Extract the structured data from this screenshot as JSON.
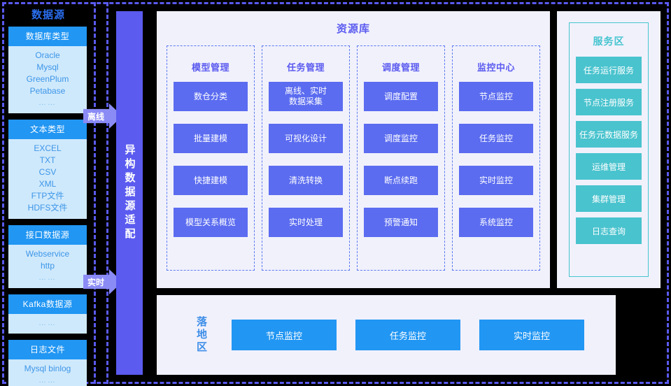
{
  "data_source": {
    "title": "数据源",
    "cards": [
      {
        "head": "数据库类型",
        "items": [
          "Oracle",
          "Mysql",
          "GreenPlum",
          "Petabase"
        ],
        "dots": "……"
      },
      {
        "head": "文本类型",
        "items": [
          "EXCEL",
          "TXT",
          "CSV",
          "XML",
          "FTP文件",
          "HDFS文件"
        ],
        "dots": ""
      },
      {
        "head": "接口数据源",
        "items": [
          "Webservice",
          "http"
        ],
        "dots": "……"
      },
      {
        "head": "Kafka数据源",
        "items": [],
        "dots": "……"
      },
      {
        "head": "日志文件",
        "items": [
          "Mysql binlog"
        ],
        "dots": "……"
      }
    ]
  },
  "arrows": {
    "offline": "离线",
    "realtime": "实时"
  },
  "adapter": {
    "label": "异构数据源适配"
  },
  "resource_pool": {
    "title": "资源库",
    "columns": [
      {
        "title": "模型管理",
        "tiles": [
          "数仓分类",
          "批量建模",
          "快捷建模",
          "模型关系概览"
        ]
      },
      {
        "title": "任务管理",
        "tiles": [
          "离线、实时\n数据采集",
          "可视化设计",
          "清洗转换",
          "实时处理"
        ]
      },
      {
        "title": "调度管理",
        "tiles": [
          "调度配置",
          "调度监控",
          "断点续跑",
          "预警通知"
        ]
      },
      {
        "title": "监控中心",
        "tiles": [
          "节点监控",
          "任务监控",
          "实时监控",
          "系统监控"
        ]
      }
    ]
  },
  "service_zone": {
    "title": "服务区",
    "tiles": [
      "任务运行服务",
      "节点注册服务",
      "任务元数据服务",
      "运维管理",
      "集群管理",
      "日志查询"
    ]
  },
  "landing_zone": {
    "title": "落地区",
    "tiles": [
      "节点监控",
      "任务监控",
      "实时监控"
    ]
  },
  "colors": {
    "frame_dashed": "#5a5af0",
    "adapter_bar": "#5b5bf0",
    "resource_tile": "#5b6cf0",
    "service_tile": "#49c3ce",
    "landing_tile": "#2196f3",
    "card_head": "#2196f3",
    "card_body": "#cfe9fc",
    "panel_bg": "#f1f1fc"
  }
}
